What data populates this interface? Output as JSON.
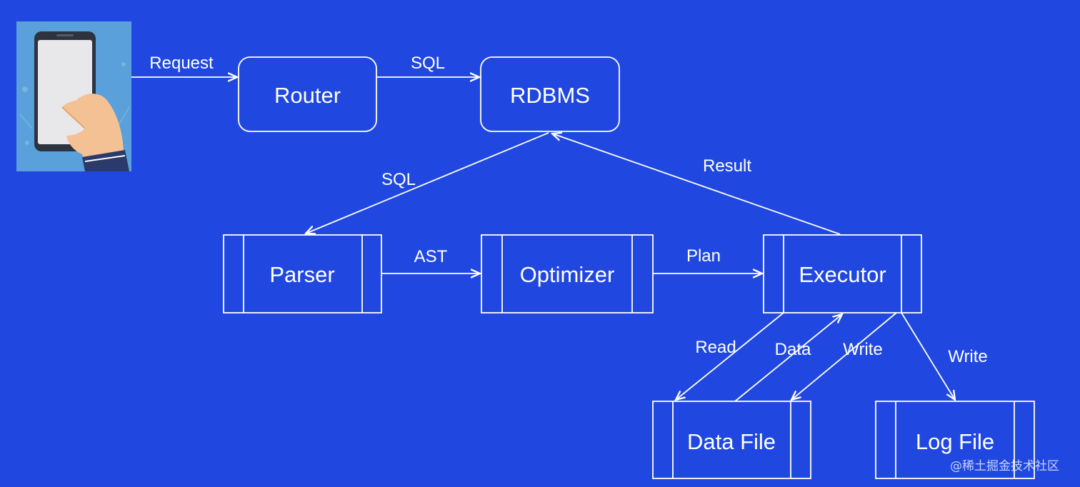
{
  "nodes": {
    "router": "Router",
    "rdbms": "RDBMS",
    "parser": "Parser",
    "optimizer": "Optimizer",
    "executor": "Executor",
    "data_file": "Data File",
    "log_file": "Log File"
  },
  "edges": {
    "request": "Request",
    "sql_router_rdbms": "SQL",
    "sql_rdbms_parser": "SQL",
    "result": "Result",
    "ast": "AST",
    "plan": "Plan",
    "read": "Read",
    "data": "Data",
    "write_data_file": "Write",
    "write_log_file": "Write"
  },
  "watermark": "@稀土掘金技术社区",
  "colors": {
    "background": "#2048e0",
    "stroke": "#ffffff",
    "phone_panel": "#5aa0da"
  },
  "icons": {
    "client": "phone-in-hand-icon"
  }
}
